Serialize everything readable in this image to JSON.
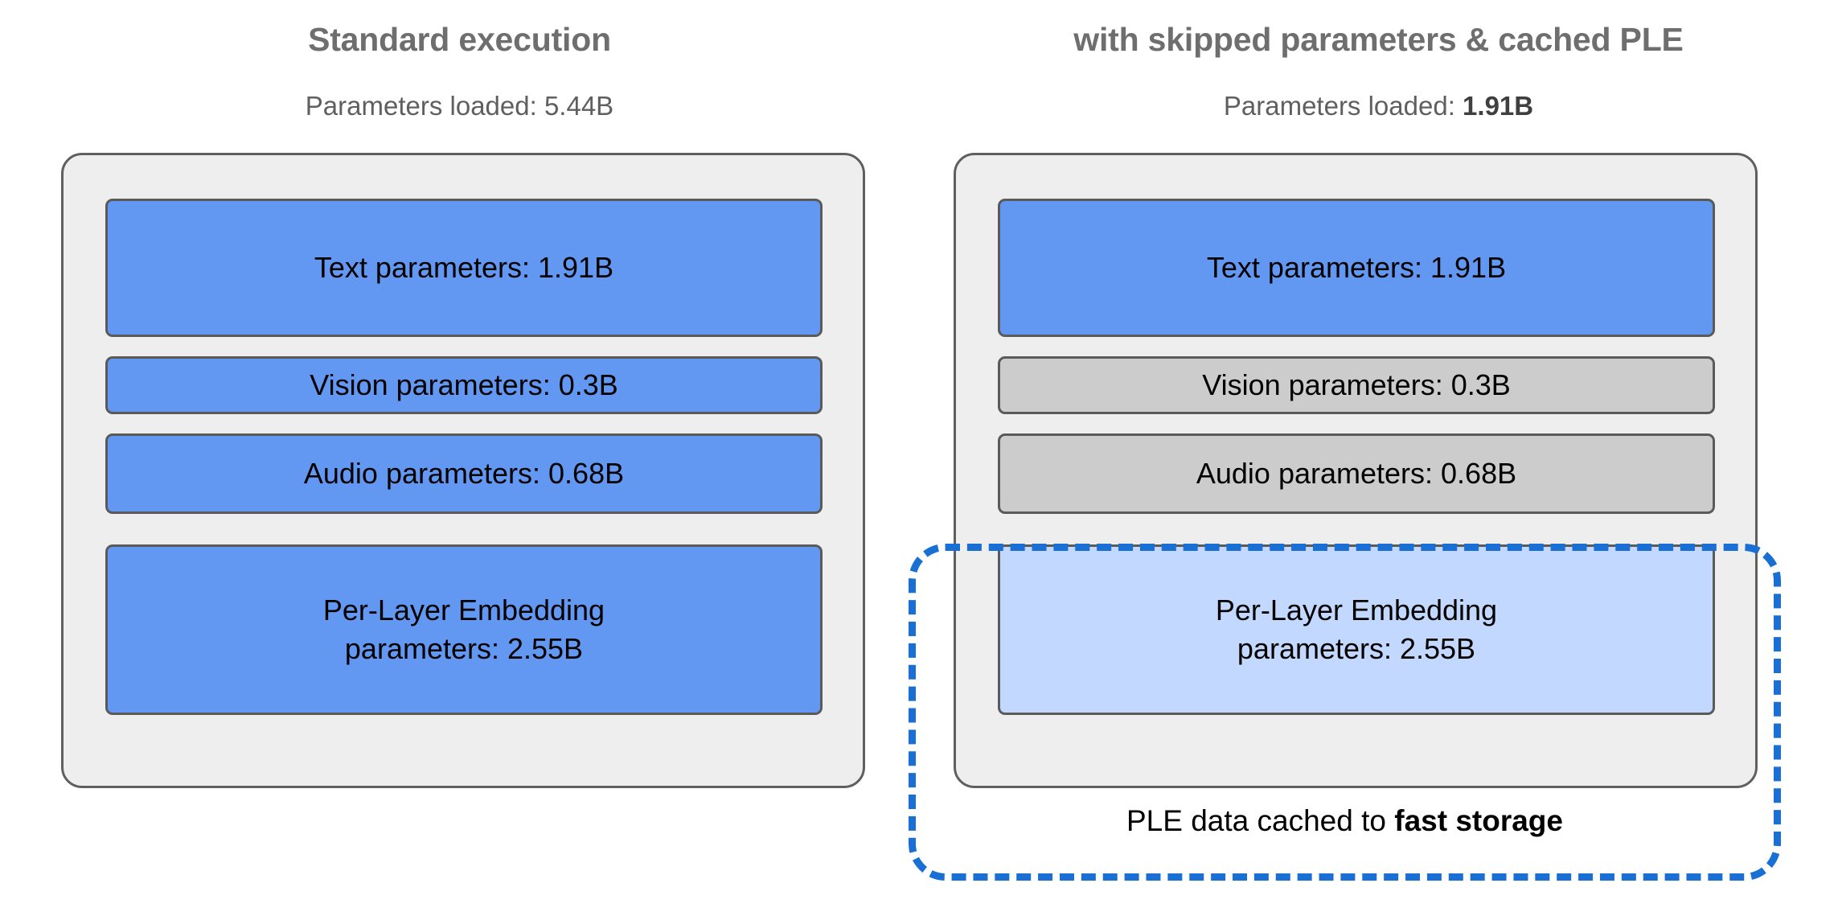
{
  "diagram": {
    "title_colors": {
      "heading": "#6e6e6e",
      "subheading": "#5f5f5f",
      "blue_box": "#6298f2",
      "grey_box": "#cccccc",
      "light_blue_box": "#c3d8fe",
      "panel_bg": "#eeeeee",
      "panel_border": "#5f5f5f",
      "dashed_accent": "#1a6fd4"
    },
    "columns": [
      {
        "id": "standard",
        "title": "Standard execution",
        "subtitle_prefix": "Parameters loaded: ",
        "subtitle_value": "5.44B",
        "subtitle_value_bold": false,
        "boxes": [
          {
            "id": "text",
            "label": "Text parameters: 1.91B",
            "style": "blue",
            "lines": [
              "Text parameters: 1.91B"
            ]
          },
          {
            "id": "vision",
            "label": "Vision parameters: 0.3B",
            "style": "blue",
            "lines": [
              "Vision parameters: 0.3B"
            ]
          },
          {
            "id": "audio",
            "label": "Audio parameters: 0.68B",
            "style": "blue",
            "lines": [
              "Audio parameters: 0.68B"
            ]
          },
          {
            "id": "ple",
            "label": "Per-Layer Embedding parameters: 2.55B",
            "style": "blue",
            "lines": [
              "Per-Layer Embedding",
              "parameters: 2.55B"
            ]
          }
        ]
      },
      {
        "id": "optimized",
        "title": "with skipped parameters & cached PLE",
        "subtitle_prefix": "Parameters loaded: ",
        "subtitle_value": "1.91B",
        "subtitle_value_bold": true,
        "boxes": [
          {
            "id": "text",
            "label": "Text parameters: 1.91B",
            "style": "blue",
            "lines": [
              "Text parameters: 1.91B"
            ]
          },
          {
            "id": "vision",
            "label": "Vision parameters: 0.3B",
            "style": "grey",
            "lines": [
              "Vision parameters: 0.3B"
            ]
          },
          {
            "id": "audio",
            "label": "Audio parameters: 0.68B",
            "style": "grey",
            "lines": [
              "Audio parameters: 0.68B"
            ]
          },
          {
            "id": "ple",
            "label": "Per-Layer Embedding parameters: 2.55B",
            "style": "light",
            "lines": [
              "Per-Layer Embedding",
              "parameters: 2.55B"
            ]
          }
        ],
        "cache_region": {
          "caption_prefix": "PLE data cached to ",
          "caption_emphasis": "fast storage"
        }
      }
    ]
  }
}
